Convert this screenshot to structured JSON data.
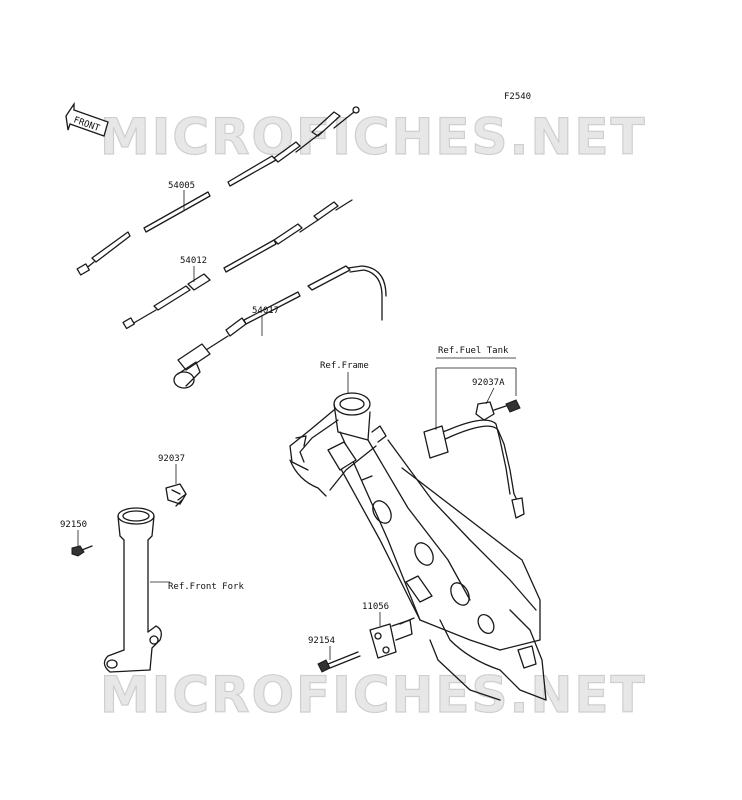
{
  "figure_code": "F2540",
  "front_indicator": "FRONT",
  "watermark": "MICROFICHES.NET",
  "parts": [
    {
      "number": "54005"
    },
    {
      "number": "54012"
    },
    {
      "number": "54017"
    },
    {
      "number": "92037"
    },
    {
      "number": "92150"
    },
    {
      "number": "92037A"
    },
    {
      "number": "11056"
    },
    {
      "number": "92154"
    }
  ],
  "references": [
    {
      "text": "Ref.Frame"
    },
    {
      "text": "Ref.Fuel Tank"
    },
    {
      "text": "Ref.Front Fork"
    }
  ]
}
